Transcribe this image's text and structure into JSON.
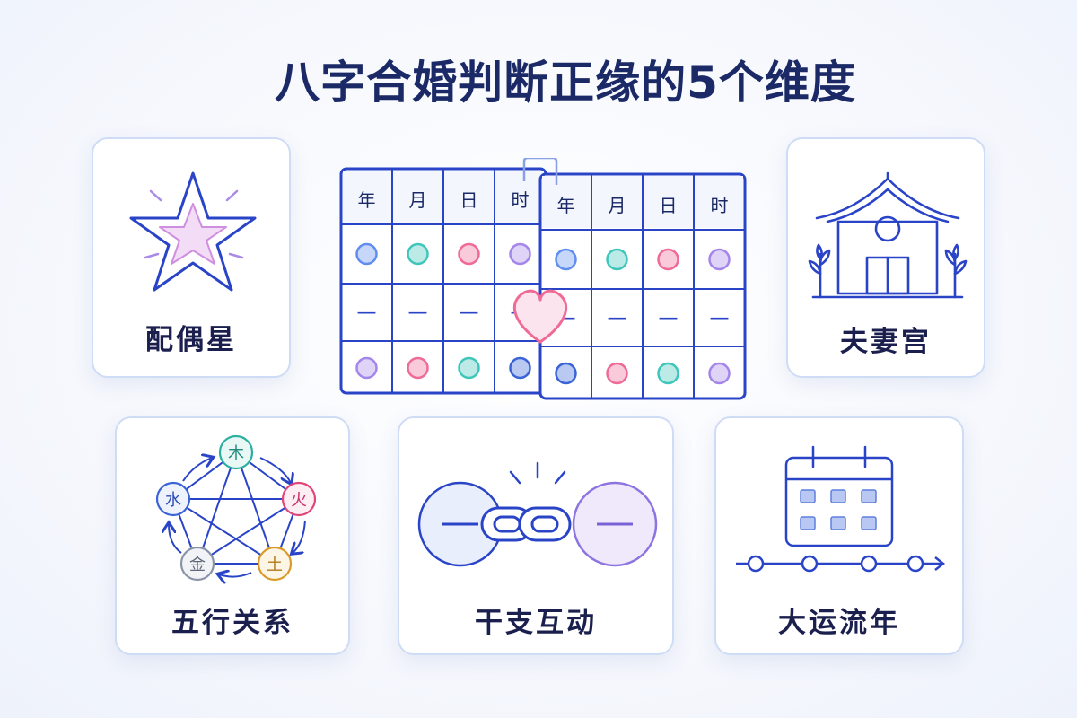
{
  "title": "八字合婚判断正缘的5个维度",
  "cards": {
    "spouse_star": "配偶星",
    "spouse_palace": "夫妻宫",
    "five_elements": "五行关系",
    "stem_branch": "干支互动",
    "luck_years": "大运流年"
  },
  "horoscope": {
    "left_headers": [
      "年",
      "月",
      "日",
      "时"
    ],
    "right_headers": [
      "年",
      "月",
      "日",
      "时"
    ],
    "row1_colors": [
      "#5f8df0",
      "#3fc6bb",
      "#ef6a95",
      "#a485ea"
    ],
    "row3_left_colors": [
      "#a485ea",
      "#ef6a95",
      "#3fc6bb",
      "#3a63d6"
    ],
    "row3_right_colors": [
      "#3a63d6",
      "#ef6a95",
      "#3fc6bb",
      "#a485ea"
    ],
    "dash": "—"
  },
  "elements": {
    "wood": "木",
    "fire": "火",
    "earth": "土",
    "metal": "金",
    "water": "水"
  },
  "colors": {
    "title": "#1b2a66",
    "line": "#2a44c8",
    "wood": "#2bb0a0",
    "fire": "#e0457a",
    "earth": "#d99a2b",
    "metal": "#8a93a6",
    "water": "#3a63d6",
    "heart": "#ef6a95"
  }
}
